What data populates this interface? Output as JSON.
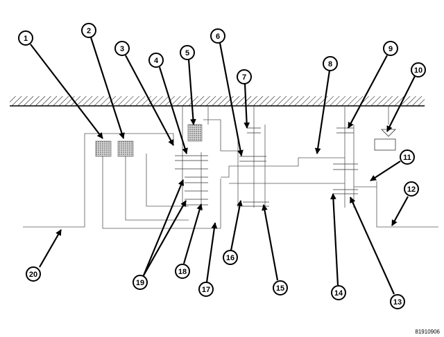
{
  "callouts": [
    "1",
    "2",
    "3",
    "4",
    "5",
    "6",
    "7",
    "8",
    "9",
    "10",
    "11",
    "12",
    "13",
    "14",
    "15",
    "16",
    "17",
    "18",
    "19",
    "20"
  ],
  "figure_id": "81910906"
}
